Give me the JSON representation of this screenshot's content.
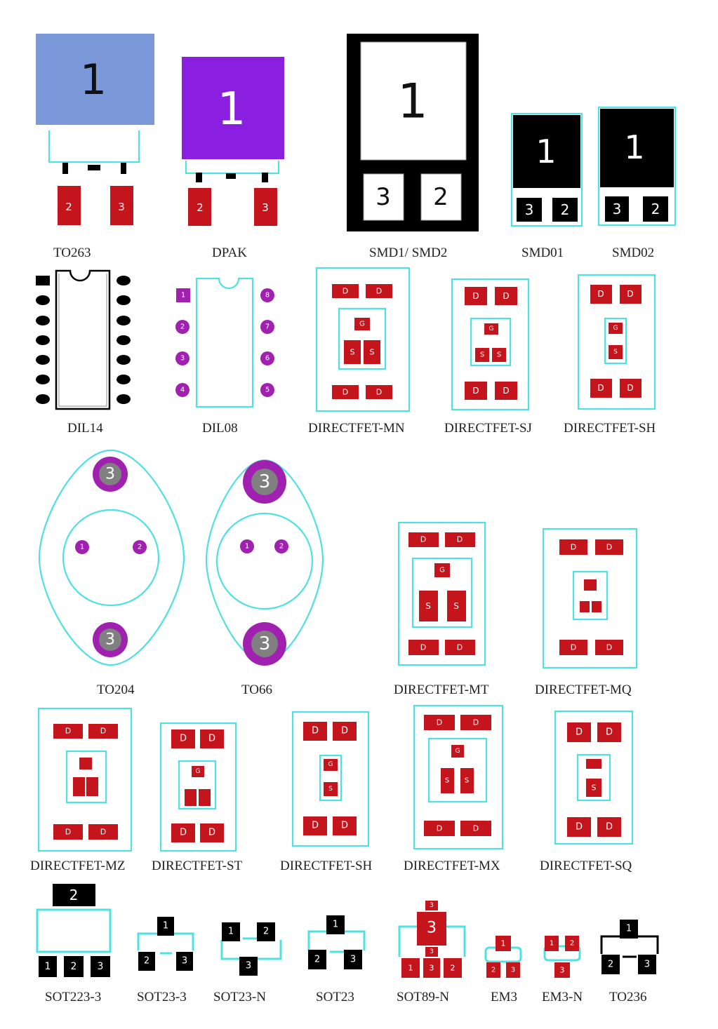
{
  "packages": [
    {
      "id": "to263",
      "name": "TO263",
      "body": "1",
      "pins": [
        "2",
        "3"
      ]
    },
    {
      "id": "dpak",
      "name": "DPAK",
      "body": "1",
      "pins": [
        "2",
        "3"
      ]
    },
    {
      "id": "smd12",
      "name": "SMD1/ SMD2",
      "body": "1",
      "pins": [
        "3",
        "2"
      ]
    },
    {
      "id": "smd01",
      "name": "SMD01",
      "body": "1",
      "pins": [
        "3",
        "2"
      ]
    },
    {
      "id": "smd02",
      "name": "SMD02",
      "body": "1",
      "pins": [
        "3",
        "2"
      ]
    },
    {
      "id": "dil14",
      "name": "DIL14"
    },
    {
      "id": "dil08",
      "name": "DIL08",
      "pins": [
        "1",
        "2",
        "3",
        "4",
        "8",
        "7",
        "6",
        "5"
      ]
    },
    {
      "id": "dfmn",
      "name": "DIRECTFET-MN",
      "pads": [
        "D",
        "D",
        "G",
        "S",
        "S",
        "D",
        "D"
      ]
    },
    {
      "id": "dfsj",
      "name": "DIRECTFET-SJ",
      "pads": [
        "D",
        "D",
        "G",
        "S",
        "S",
        "D",
        "D"
      ]
    },
    {
      "id": "dfsh1",
      "name": "DIRECTFET-SH",
      "pads": [
        "D",
        "D",
        "G",
        "S",
        "D",
        "D"
      ]
    },
    {
      "id": "to204",
      "name": "TO204",
      "pins": [
        "3",
        "1",
        "2",
        "3"
      ]
    },
    {
      "id": "to66",
      "name": "TO66",
      "pins": [
        "3",
        "1",
        "2",
        "3"
      ]
    },
    {
      "id": "dfmt",
      "name": "DIRECTFET-MT",
      "pads": [
        "D",
        "D",
        "G",
        "S",
        "S",
        "D",
        "D"
      ]
    },
    {
      "id": "dfmq",
      "name": "DIRECTFET-MQ",
      "pads": [
        "D",
        "D",
        "D",
        "D"
      ]
    },
    {
      "id": "dfmz",
      "name": "DIRECTFET-MZ",
      "pads": [
        "D",
        "D",
        "D",
        "D"
      ]
    },
    {
      "id": "dfst",
      "name": "DIRECTFET-ST",
      "pads": [
        "D",
        "D",
        "G",
        "D",
        "D"
      ]
    },
    {
      "id": "dfsh2",
      "name": "DIRECTFET-SH",
      "pads": [
        "D",
        "D",
        "G",
        "S",
        "D",
        "D"
      ]
    },
    {
      "id": "dfmx",
      "name": "DIRECTFET-MX",
      "pads": [
        "D",
        "D",
        "G",
        "S",
        "S",
        "D",
        "D"
      ]
    },
    {
      "id": "dfsq",
      "name": "DIRECTFET-SQ",
      "pads": [
        "D",
        "D",
        "S",
        "D",
        "D"
      ]
    },
    {
      "id": "sot223",
      "name": "SOT223-3",
      "pins": [
        "2",
        "1",
        "2",
        "3"
      ]
    },
    {
      "id": "sot233",
      "name": "SOT23-3",
      "pins": [
        "1",
        "2",
        "3"
      ]
    },
    {
      "id": "sot23n",
      "name": "SOT23-N",
      "pins": [
        "1",
        "2",
        "3"
      ]
    },
    {
      "id": "sot23",
      "name": "SOT23",
      "pins": [
        "1",
        "2",
        "3"
      ]
    },
    {
      "id": "sot89n",
      "name": "SOT89-N",
      "pins": [
        "3",
        "3",
        "3",
        "1",
        "3",
        "2"
      ]
    },
    {
      "id": "em3",
      "name": "EM3",
      "pins": [
        "1",
        "2",
        "3"
      ]
    },
    {
      "id": "em3n",
      "name": "EM3-N",
      "pins": [
        "1",
        "2",
        "3"
      ]
    },
    {
      "id": "to236",
      "name": "TO236",
      "pins": [
        "1",
        "2",
        "3"
      ]
    }
  ],
  "colors": {
    "outline": "#4fe0e0",
    "pad": "#c4141c",
    "to263_body": "#7b98d8",
    "dpak_body": "#8a1fe0",
    "black": "#000000",
    "purple": "#a020b0",
    "grey": "#808080"
  }
}
